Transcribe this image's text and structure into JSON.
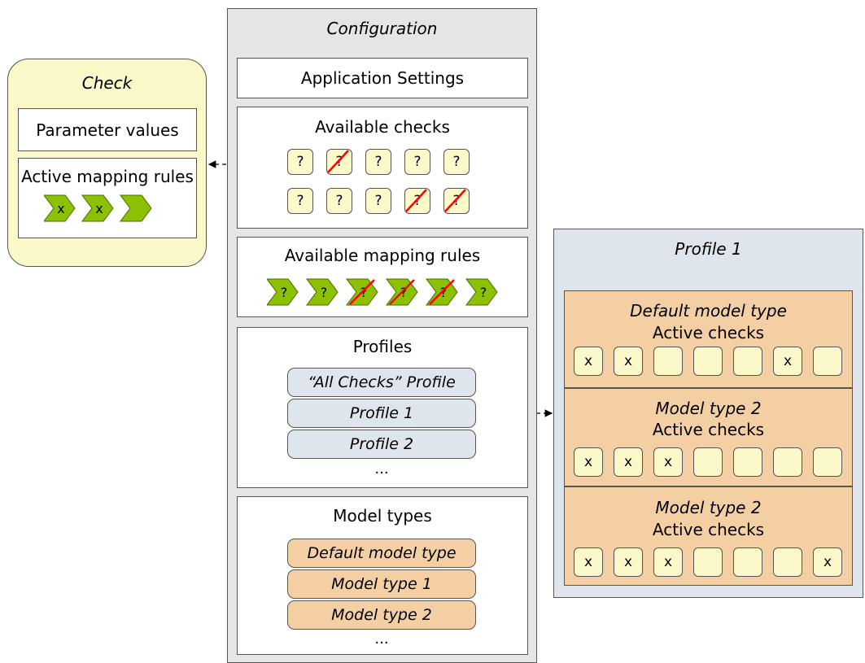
{
  "check": {
    "title": "Check",
    "parameter_values": "Parameter values",
    "active_mapping_rules": "Active mapping rules",
    "active_rule_marks": [
      "x",
      "x",
      ""
    ]
  },
  "configuration": {
    "title": "Configuration",
    "application_settings": "Application Settings",
    "available_checks": {
      "title": "Available checks",
      "row1": [
        {
          "mark": "?",
          "disabled": false
        },
        {
          "mark": "?",
          "disabled": true
        },
        {
          "mark": "?",
          "disabled": false
        },
        {
          "mark": "?",
          "disabled": false
        },
        {
          "mark": "?",
          "disabled": false
        }
      ],
      "row2": [
        {
          "mark": "?",
          "disabled": false
        },
        {
          "mark": "?",
          "disabled": false
        },
        {
          "mark": "?",
          "disabled": false
        },
        {
          "mark": "?",
          "disabled": true
        },
        {
          "mark": "?",
          "disabled": true
        }
      ]
    },
    "available_mapping_rules": {
      "title": "Available mapping rules",
      "rules": [
        {
          "mark": "?",
          "disabled": false
        },
        {
          "mark": "?",
          "disabled": false
        },
        {
          "mark": "?",
          "disabled": true
        },
        {
          "mark": "?",
          "disabled": true
        },
        {
          "mark": "?",
          "disabled": true
        },
        {
          "mark": "?",
          "disabled": false
        }
      ]
    },
    "profiles": {
      "title": "Profiles",
      "items": [
        "“All Checks” Profile",
        "Profile 1",
        "Profile 2"
      ],
      "more": "..."
    },
    "model_types": {
      "title": "Model types",
      "items": [
        "Default model type",
        "Model type 1",
        "Model type 2"
      ],
      "more": "..."
    }
  },
  "profile1": {
    "title": "Profile 1",
    "sections": [
      {
        "model_type": "Default model type",
        "subtitle": "Active checks",
        "checks": [
          "x",
          "x",
          "",
          "",
          "",
          "x",
          ""
        ]
      },
      {
        "model_type": "Model type 2",
        "subtitle": "Active checks",
        "checks": [
          "x",
          "x",
          "x",
          "",
          "",
          "",
          ""
        ]
      },
      {
        "model_type": "Model type 2",
        "subtitle": "Active checks",
        "checks": [
          "x",
          "x",
          "x",
          "",
          "",
          "",
          "x"
        ]
      }
    ]
  },
  "colors": {
    "check_bg": "#fbf9c9",
    "config_bg": "#e5e5e5",
    "profile_bg": "#dfe5ec",
    "model_bg": "#f4cfa3",
    "rule_green": "#8bc100",
    "strike_red": "#ff0000"
  }
}
